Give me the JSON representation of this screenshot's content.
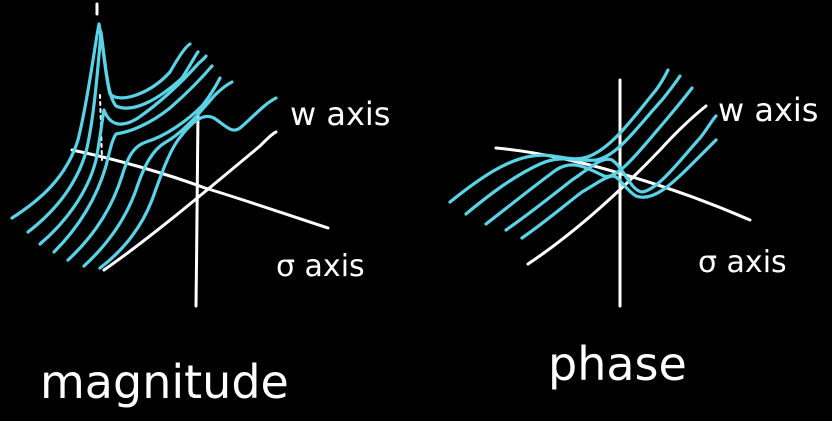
{
  "colors": {
    "background": "#000000",
    "axis": "#ffffff",
    "curve": "#5bd3e6",
    "text": "#ffffff"
  },
  "panels": [
    {
      "id": "magnitude",
      "caption": "magnitude",
      "w_axis_label": "w axis",
      "sigma_axis_label": "σ axis"
    },
    {
      "id": "phase",
      "caption": "phase",
      "w_axis_label": "w axis",
      "sigma_axis_label": "σ axis"
    }
  ]
}
